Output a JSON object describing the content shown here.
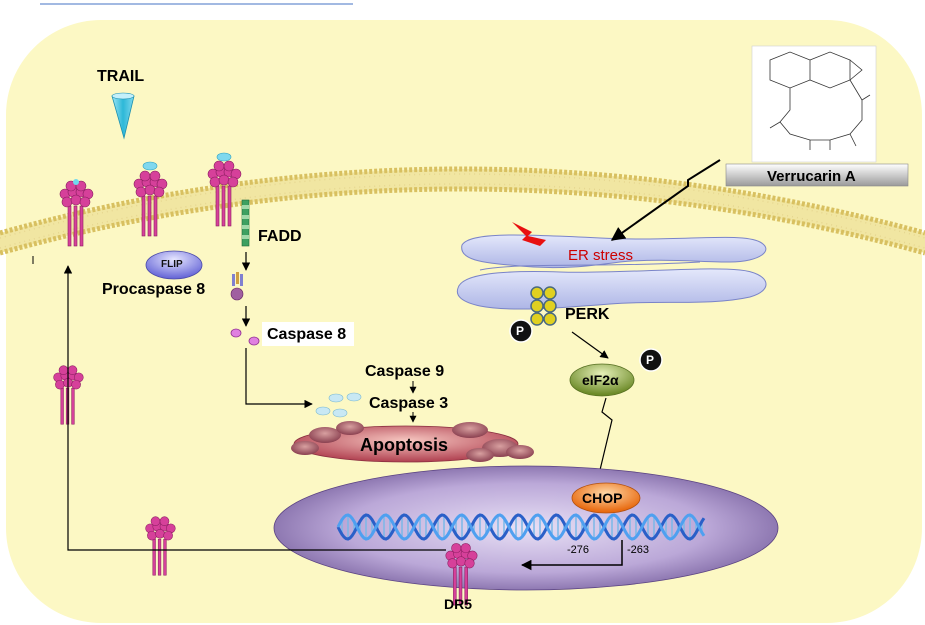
{
  "labels": {
    "trail": "TRAIL",
    "flip": "FLIP",
    "fadd": "FADD",
    "procaspase8": "Procaspase 8",
    "caspase8": "Caspase 8",
    "caspase9": "Caspase 9",
    "caspase3": "Caspase 3",
    "apoptosis": "Apoptosis",
    "verrucarin": "Verrucarin A",
    "er_stress": "ER stress",
    "perk": "PERK",
    "p1": "P",
    "p2": "P",
    "eif2a": "eIF2α",
    "chop": "CHOP",
    "pos276": "-276",
    "pos263": "-263",
    "dr5": "DR5"
  },
  "colors": {
    "cell": "#fcf8c4",
    "membrane": "#e8d26a",
    "receptor": "#d6409a",
    "nucleus": "#9a7fc0",
    "er": "#c9cff0",
    "chop": "#f7a040",
    "eif2a": "#8fb040",
    "er_text": "#cc0000"
  }
}
